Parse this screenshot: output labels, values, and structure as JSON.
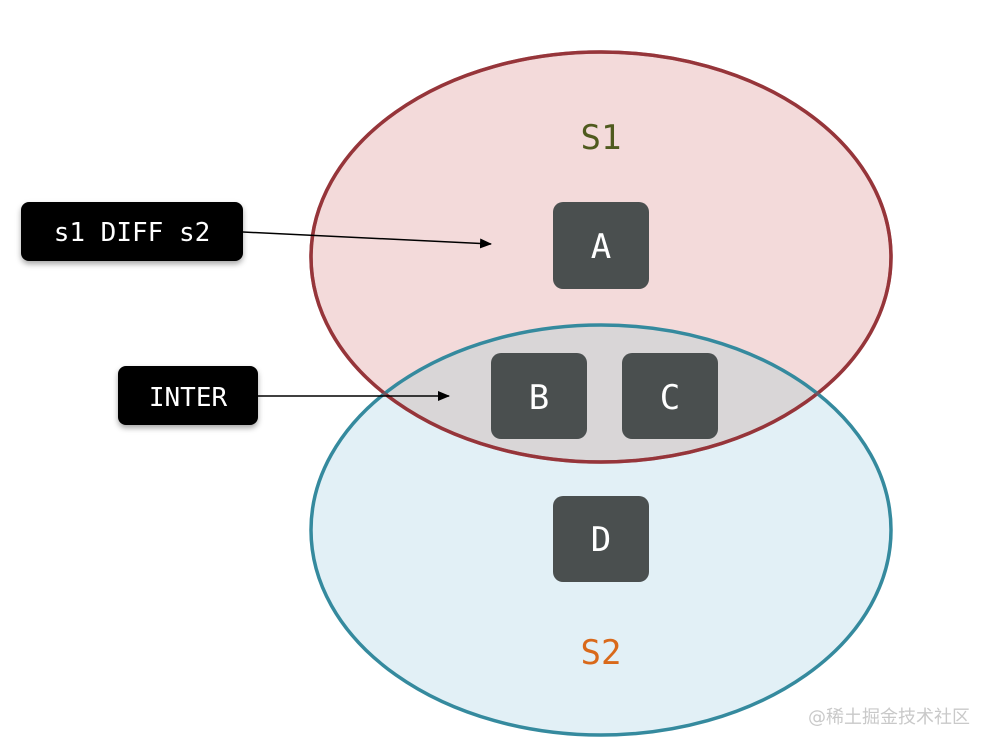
{
  "sets": {
    "s1": {
      "label": "S1",
      "label_color": "#4f5a1e",
      "fill": "#f3dada",
      "stroke": "#96353a"
    },
    "s2": {
      "label": "S2",
      "label_color": "#d9691a",
      "fill": "#e2f0f6",
      "stroke": "#358a9e"
    },
    "intersection_fill": "#d9d6d7"
  },
  "elements": {
    "a": "A",
    "b": "B",
    "c": "C",
    "d": "D",
    "box_color": "#4a4f4f"
  },
  "callouts": {
    "diff": "s1 DIFF s2",
    "inter": "INTER",
    "box_color": "#000000"
  },
  "watermark": "@稀土掘金技术社区"
}
